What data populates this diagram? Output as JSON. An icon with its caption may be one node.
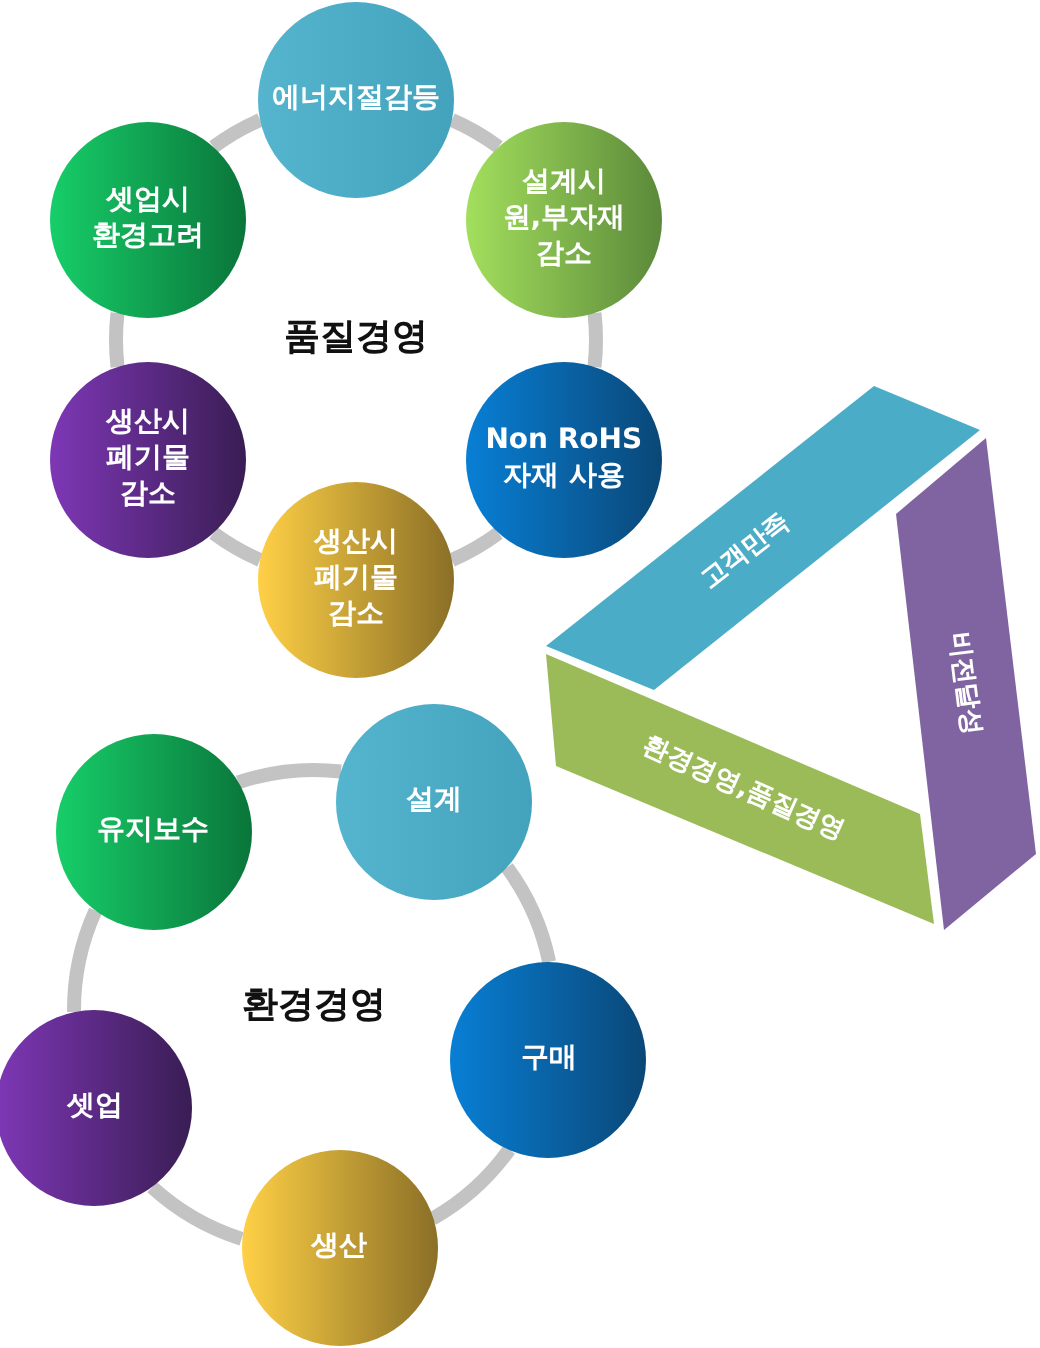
{
  "diagram": {
    "nodes": [
      {
        "text": [
          "에너지절감등"
        ]
      },
      {
        "text": [
          "설계시 원,부자재 감소"
        ]
      },
      {
        "text": [
          "Non RoHS 자재 사용"
        ]
      },
      {
        "text": [
          "생산시 폐기물 감소"
        ]
      },
      {
        "text": [
          "생산시 폐기물 감소"
        ]
      },
      {
        "text": [
          "셋업시 환경고려"
        ]
      },
      {
        "text": [
          "고객만족"
        ]
      },
      {
        "text": [
          "비전달성"
        ]
      },
      {
        "text": [
          "환경경영,품질경영"
        ]
      },
      {
        "text": [
          "설계"
        ]
      },
      {
        "text": [
          "구매"
        ]
      },
      {
        "text": [
          "생산"
        ]
      },
      {
        "text": [
          "셋업"
        ]
      },
      {
        "text": [
          "유지보수"
        ]
      }
    ],
    "edges": [
      {
        "from": 0,
        "to": 1,
        "arrow": "none"
      },
      {
        "from": 1,
        "to": 2,
        "arrow": "none"
      },
      {
        "from": 2,
        "to": 3,
        "arrow": "none"
      },
      {
        "from": 3,
        "to": 4,
        "arrow": "none"
      },
      {
        "from": 4,
        "to": 5,
        "arrow": "none"
      },
      {
        "from": 5,
        "to": 0,
        "arrow": "none"
      },
      {
        "from": 9,
        "to": 10,
        "arrow": "none"
      },
      {
        "from": 10,
        "to": 11,
        "arrow": "none"
      },
      {
        "from": 11,
        "to": 12,
        "arrow": "none"
      },
      {
        "from": 12,
        "to": 13,
        "arrow": "none"
      },
      {
        "from": 13,
        "to": 9,
        "arrow": "none"
      }
    ],
    "labels": [
      "품질경영",
      "환경경영"
    ]
  }
}
